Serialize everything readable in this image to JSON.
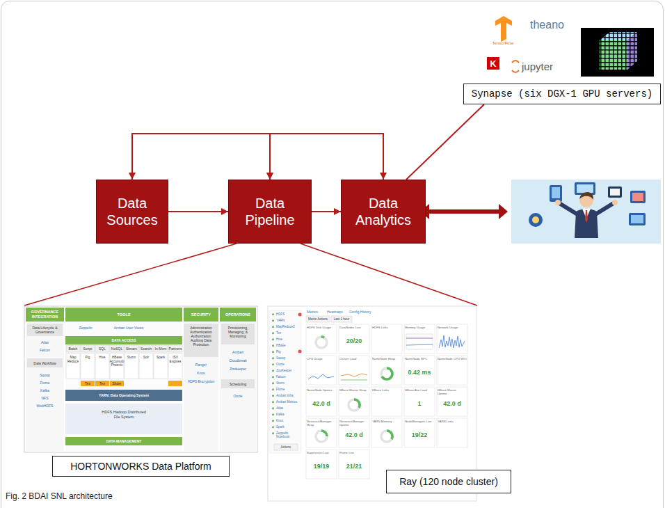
{
  "diagram": {
    "caption": "Fig. 2 BDAI SNL architecture",
    "nodes": [
      {
        "text": [
          "Synapse (six DGX-1 GPU servers)"
        ]
      },
      {
        "text": [
          "Data Sources"
        ]
      },
      {
        "text": [
          "Data Pipeline"
        ]
      },
      {
        "text": [
          "Data Analytics"
        ]
      },
      {
        "text": [
          "HORTONWORKS Data Platform"
        ]
      },
      {
        "text": [
          "Ray (120 node cluster)"
        ]
      }
    ],
    "edges": [
      {
        "from": 1,
        "to": 2,
        "arrow": "to"
      },
      {
        "from": 2,
        "to": 3,
        "arrow": "to"
      },
      {
        "from": 2,
        "to": 1,
        "arrow": "both"
      },
      {
        "from": 2,
        "to": 3,
        "arrow": "both"
      },
      {
        "from": 3,
        "to": 0,
        "arrow": "none"
      }
    ],
    "labels": [
      "TensorFlow",
      "theano",
      "K",
      "jupyter",
      "GOVERNANCE INTEGRATION",
      "TOOLS",
      "SECURITY",
      "OPERATIONS",
      "Data Lifecycle & Governance",
      "Atlas",
      "Falcon",
      "Data Workflow",
      "Sqoop",
      "Flume",
      "Kafka",
      "NFS",
      "WebHDFS",
      "Zeppelin",
      "Ambari User Views",
      "DATA ACCESS",
      "Batch",
      "Script",
      "SQL",
      "NoSQL",
      "Stream",
      "Search",
      "In-Mem",
      "Partners",
      "Map Reduce",
      "Pig",
      "Hive",
      "HBase Accumulo Phoenix",
      "Storm",
      "Solr",
      "Spark",
      "ISV Engines",
      "Tez",
      "Tez",
      "Slider",
      "YARN: Data Operating System",
      "HDFS Hadoop Distributed File System",
      "DATA MANAGEMENT",
      "Administration Authentication Authorization Auditing Data Protection",
      "Ranger",
      "Knox",
      "HDFS Encryption",
      "Provisioning, Managing, & Monitoring",
      "Ambari",
      "Cloudbreak",
      "Zookeeper",
      "Scheduling",
      "Oozie",
      "Metrics",
      "Heatmaps",
      "Config History",
      "Metric Actions",
      "Last 1 hour",
      "HDFS",
      "YARN",
      "MapReduce2",
      "Tez",
      "Hive",
      "HBase",
      "Pig",
      "Sqoop",
      "Oozie",
      "ZooKeeper",
      "Falcon",
      "Storm",
      "Flume",
      "Ambari Infra",
      "Ambari Metrics",
      "Atlas",
      "Kafka",
      "Knox",
      "Spark",
      "Zeppelin Notebook",
      "Actions",
      "HDFS Disk Usage",
      "DataNodes Live",
      "20/20",
      "HDFS Links",
      "Memory Usage",
      "Network Usage",
      "CPU Usage",
      "Cluster Load",
      "NameNode Heap",
      "NameNode RPC",
      "0.42 ms",
      "NameNode CPU WIO",
      "NameNode Uptime",
      "42.0 d",
      "HBase Master Heap",
      "HBase Links",
      "HBase Ave Load",
      "1",
      "HBase Master Uptime",
      "42.0 d",
      "ResourceManager Heap",
      "ResourceManager Uptime",
      "42.0 d",
      "YARN Memory",
      "NodeManagers Live",
      "19/22",
      "YARN Links",
      "Supervisors Live",
      "19/19",
      "Flume Live",
      "21/21"
    ]
  }
}
